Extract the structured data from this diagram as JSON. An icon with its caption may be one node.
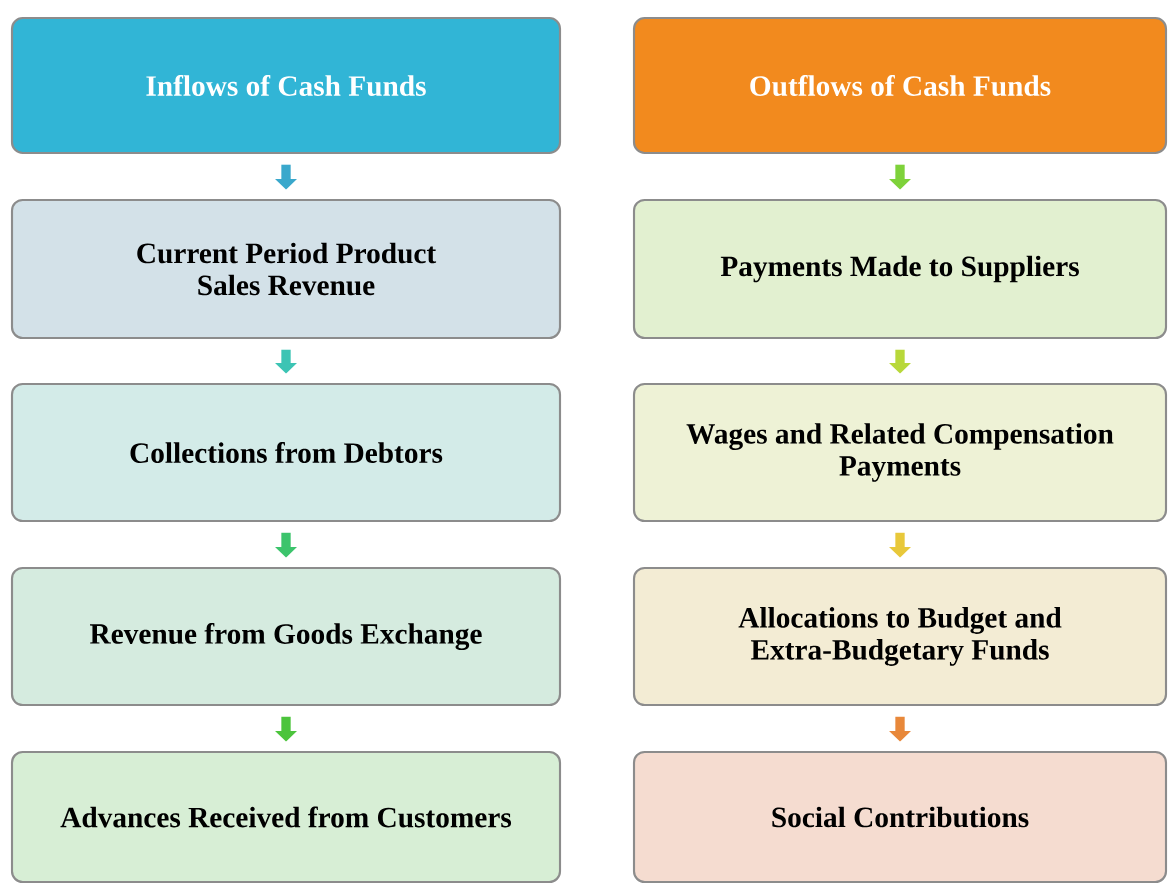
{
  "diagram": {
    "nodes": [
      {
        "text": [
          "Inflows of Cash Funds"
        ]
      },
      {
        "text": [
          "Current Period Product Sales Revenue"
        ]
      },
      {
        "text": [
          "Collections from Debtors"
        ]
      },
      {
        "text": [
          "Revenue from Goods Exchange"
        ]
      },
      {
        "text": [
          "Advances Received from Customers"
        ]
      },
      {
        "text": [
          "Outflows of Cash Funds"
        ]
      },
      {
        "text": [
          "Payments Made to Suppliers"
        ]
      },
      {
        "text": [
          "Wages and Related Compensation Payments"
        ]
      },
      {
        "text": [
          "Allocations to Budget and Extra-Budgetary Funds"
        ]
      },
      {
        "text": [
          "Social Contributions"
        ]
      }
    ],
    "edges": [
      {
        "from": 0,
        "to": 1,
        "arrow": "to",
        "color": "#3aa8cc"
      },
      {
        "from": 1,
        "to": 2,
        "arrow": "to",
        "color": "#3cc4b4"
      },
      {
        "from": 2,
        "to": 3,
        "arrow": "to",
        "color": "#3cc46c"
      },
      {
        "from": 3,
        "to": 4,
        "arrow": "to",
        "color": "#4cc43c"
      },
      {
        "from": 5,
        "to": 6,
        "arrow": "to",
        "color": "#7ed23a"
      },
      {
        "from": 6,
        "to": 7,
        "arrow": "to",
        "color": "#b8d83a"
      },
      {
        "from": 7,
        "to": 8,
        "arrow": "to",
        "color": "#e8c83a"
      },
      {
        "from": 8,
        "to": 9,
        "arrow": "to",
        "color": "#e8883a"
      }
    ]
  }
}
